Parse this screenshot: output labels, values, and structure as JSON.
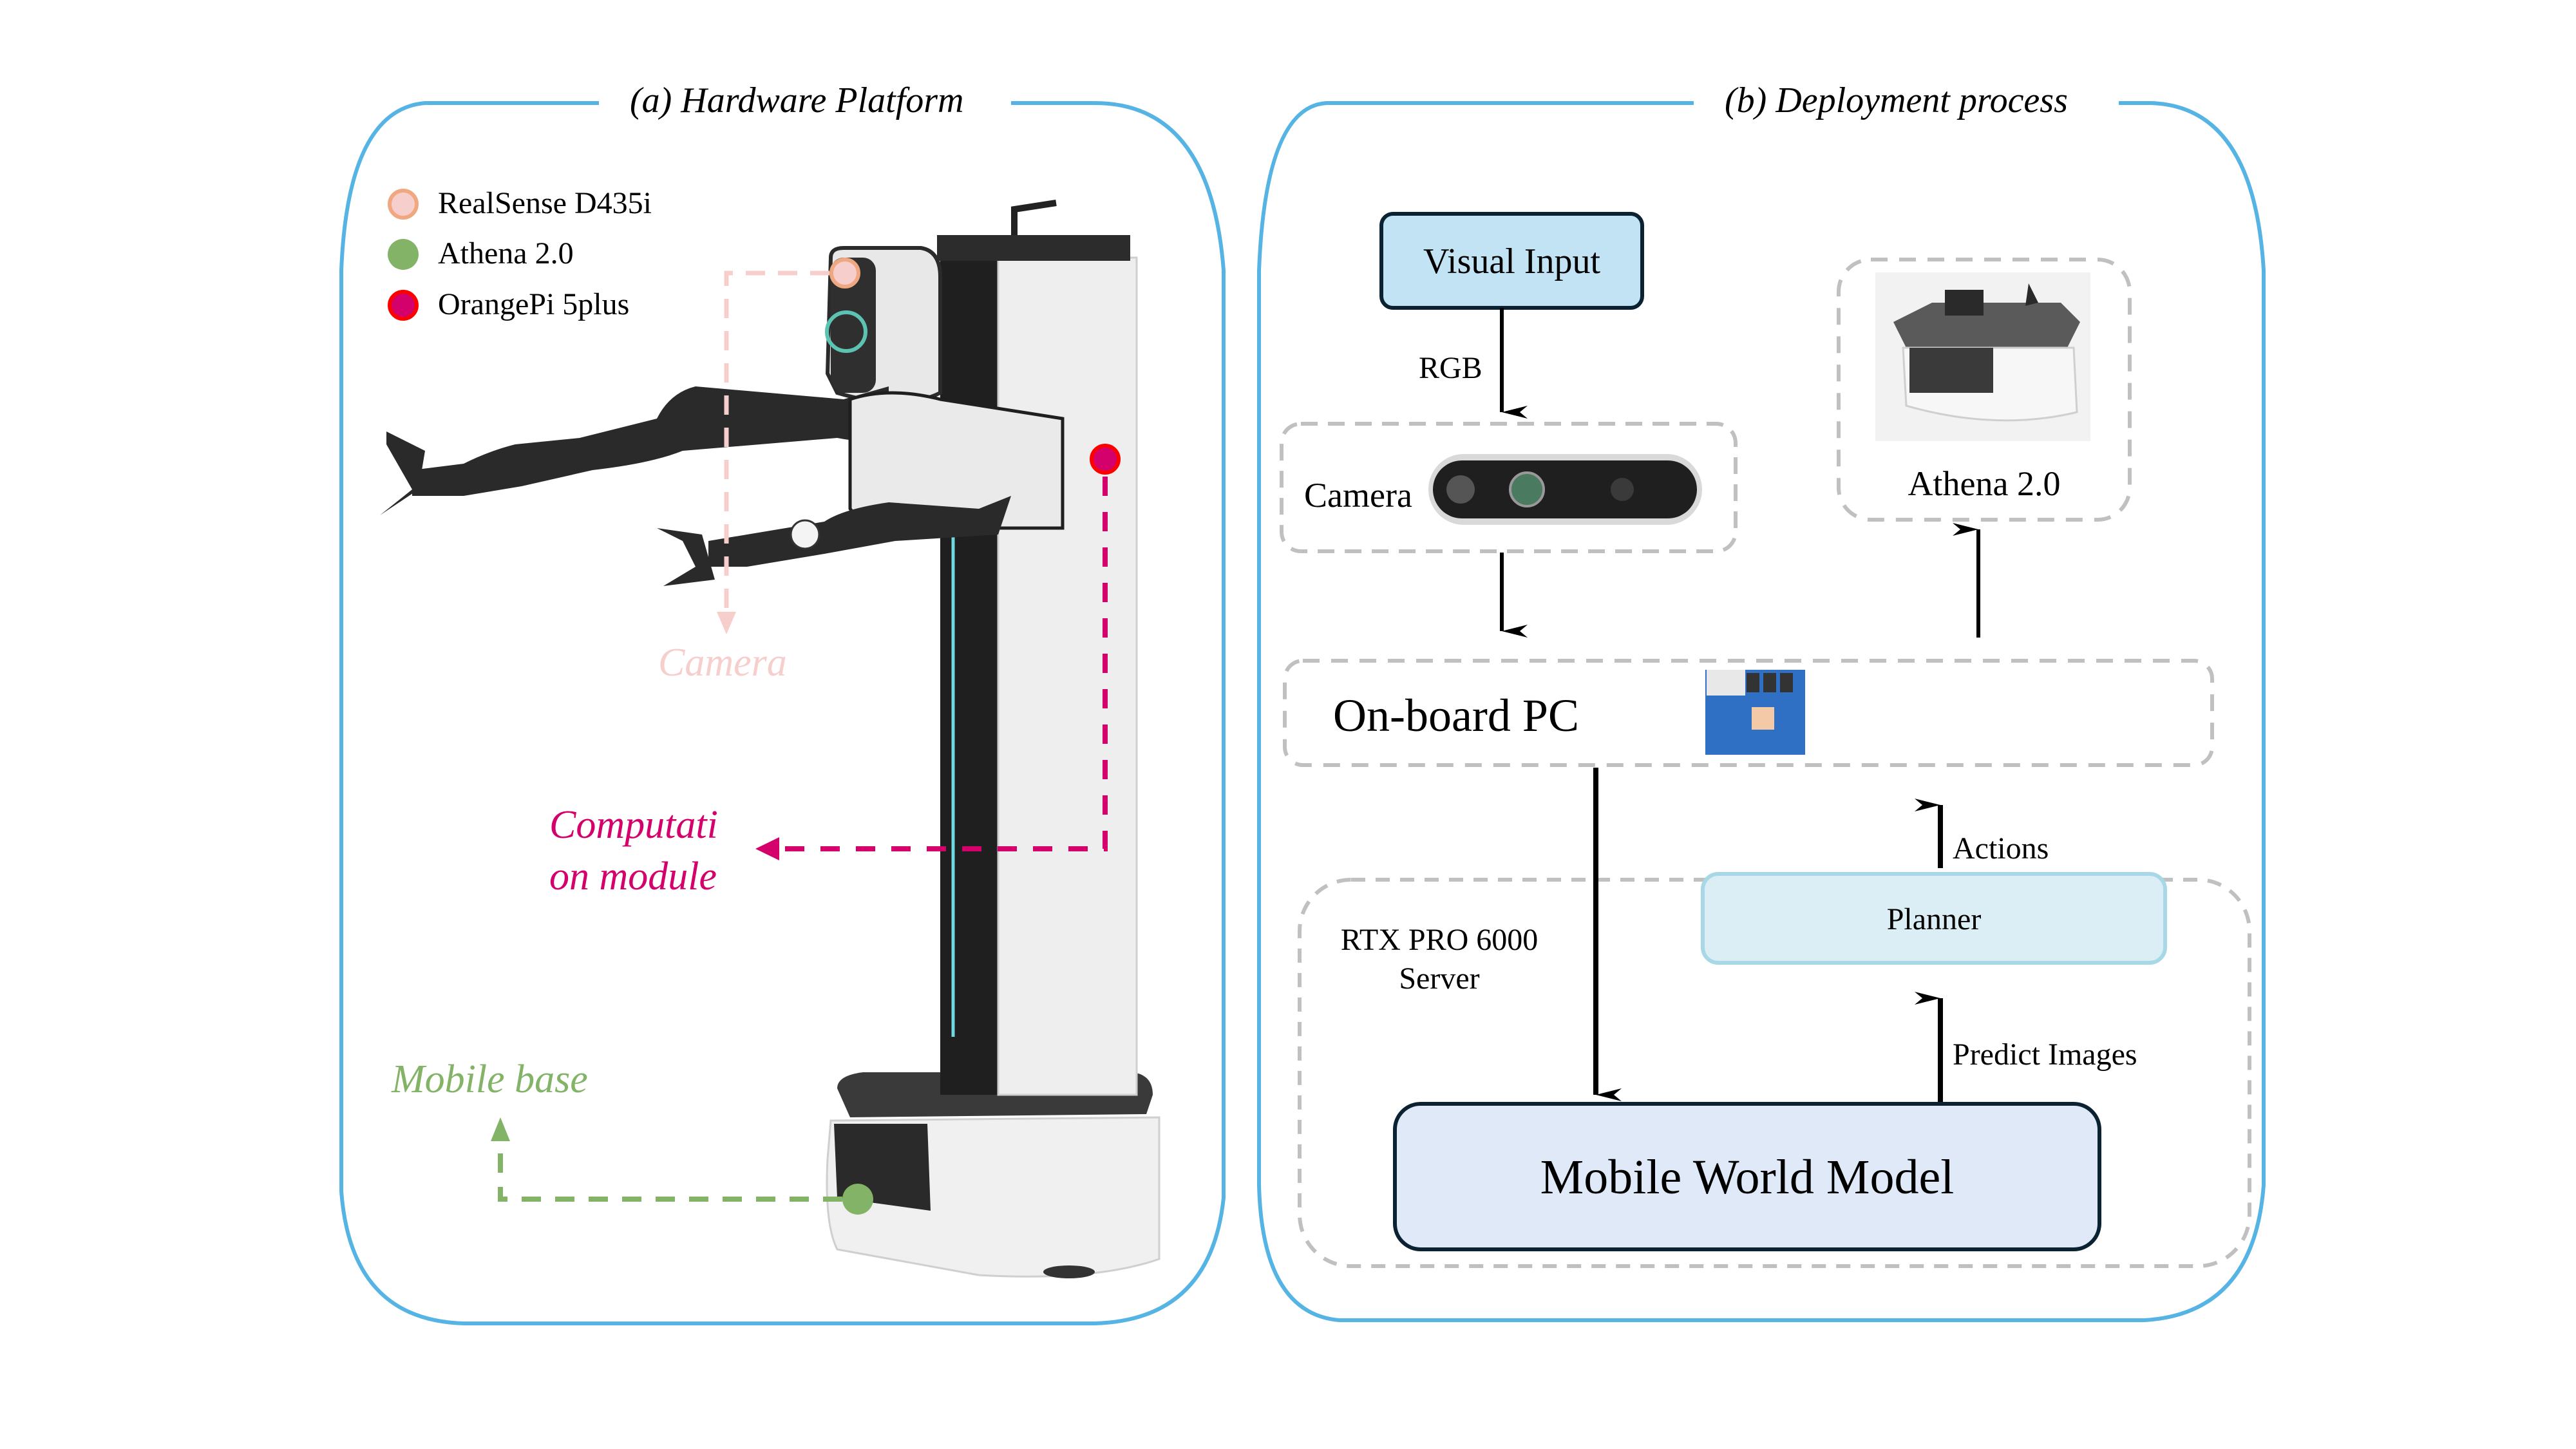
{
  "panels": {
    "left": {
      "title": "(a) Hardware Platform",
      "legend": [
        {
          "label": "RealSense D435i",
          "fill": "#f6cfcd",
          "stroke": "#efa880"
        },
        {
          "label": "Athena 2.0",
          "fill": "#82b366",
          "stroke": "#82b366"
        },
        {
          "label": "OrangePi 5plus",
          "fill": "#d4006c",
          "stroke": "#ff0000"
        }
      ],
      "callouts": {
        "camera": {
          "text": "Camera",
          "color": "#f6cfcd"
        },
        "computation": {
          "line1": "Computati",
          "line2": "on module",
          "color": "#d4006c"
        },
        "mobile_base": {
          "text": "Mobile base",
          "color": "#82b366"
        }
      },
      "image_description": "Dual-arm mobile manipulator robot with head camera, vertical lift column and wheeled base"
    },
    "right": {
      "title": "(b) Deployment process",
      "nodes": {
        "visual_input": "Visual Input",
        "camera": "Camera",
        "athena": "Athena 2.0",
        "onboard_pc": "On-board PC",
        "server": {
          "line1": "RTX PRO 6000",
          "line2": "Server"
        },
        "planner": "Planner",
        "world_model": "Mobile World Model"
      },
      "edges": {
        "rgb": "RGB",
        "actions": "Actions",
        "predict_images": "Predict Images"
      }
    }
  },
  "colors": {
    "panel_border": "#55b4e4",
    "dashed_border": "#c0c0c0",
    "visual_input_fill": "#c2e3f4",
    "node_stroke": "#0b2233",
    "planner_fill": "#dbeef5",
    "planner_stroke": "#a8d8e6",
    "world_model_fill": "#dfe9f7"
  }
}
